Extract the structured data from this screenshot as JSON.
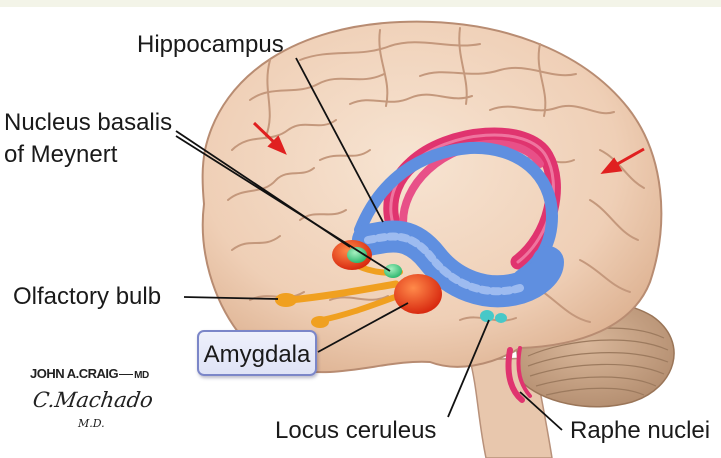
{
  "labels": {
    "hippocampus": "Hippocampus",
    "nucleus_basalis_line1": "Nucleus basalis",
    "nucleus_basalis_line2": "of Meynert",
    "olfactory_bulb": "Olfactory bulb",
    "amygdala": "Amygdala",
    "locus_ceruleus": "Locus ceruleus",
    "raphe_nuclei": "Raphe nuclei"
  },
  "signature": {
    "artist1": "JOHN A.CRAIG",
    "artist1_suffix": "MD",
    "artist2": "C.Machado",
    "artist2_suffix": "M.D."
  },
  "colors": {
    "brain": "#f2d9c4",
    "fornix_pink": "#e0346f",
    "hippocampus_blue": "#5f8fe0",
    "amygdala_red": "#e8401c",
    "nucleus_green": "#4fd08a",
    "olfactory_orange": "#f0a020",
    "locus_cyan": "#48c8c8",
    "arrow_red": "#e02020",
    "label_box_border": "#7b86c8"
  }
}
